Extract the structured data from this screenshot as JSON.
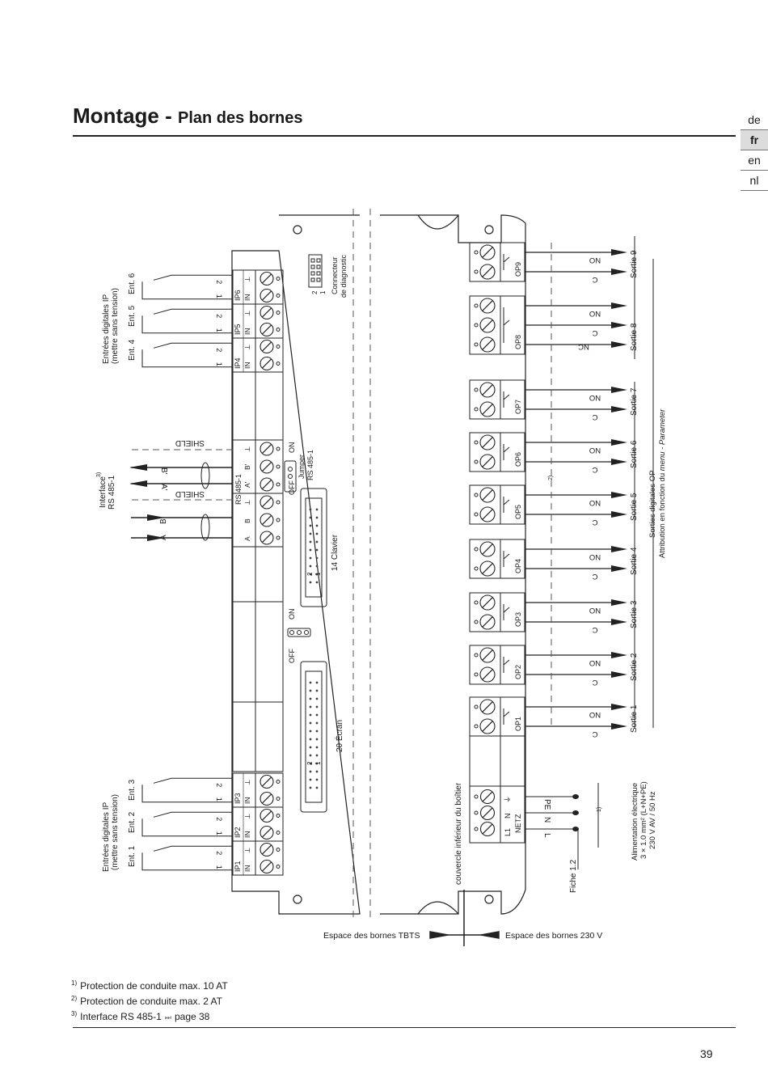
{
  "header": {
    "title": "Montage",
    "separator": " - ",
    "subtitle": "Plan des bornes"
  },
  "languages": [
    {
      "code": "de",
      "active": false
    },
    {
      "code": "fr",
      "active": true
    },
    {
      "code": "en",
      "active": false
    },
    {
      "code": "nl",
      "active": false
    }
  ],
  "diagram": {
    "inputs_top": {
      "title": "Entrées digitales IP",
      "subtitle": "(mettre sans tension)",
      "ent": [
        "Ent. 4",
        "Ent. 5",
        "Ent. 6"
      ]
    },
    "inputs_bottom": {
      "title": "Entrées digitales IP",
      "subtitle": "(mettre sans tension)",
      "ent": [
        "Ent. 1",
        "Ent. 2",
        "Ent. 3"
      ]
    },
    "input_terminals": {
      "ip": [
        "IP1",
        "IP2",
        "IP3",
        "IP4",
        "IP5",
        "IP6"
      ],
      "pin_in": "IN",
      "pin_gnd": "⊥",
      "wire_1": "1",
      "wire_2": "2"
    },
    "rs485": {
      "interface_label": "Interface",
      "interface_ref": "3)",
      "bus": "RS 485-1",
      "block": "RS 485-1",
      "pins": [
        "A",
        "B",
        "⊥",
        "A'",
        "B'",
        "⊥"
      ],
      "shield": "SHIELD",
      "wire_a": "A",
      "wire_b": "B",
      "wire_a2": "A'",
      "wire_b2": "B'",
      "jumper_off": "OFF",
      "jumper_on": "ON",
      "jumper_label": "Jumper",
      "jumper_bus": "RS 485-1"
    },
    "keypad_label": "14 Clavier",
    "display_label": "20 Écran",
    "display_jumper_off": "OFF",
    "display_jumper_on": "ON",
    "diag_connector_1": "Connecteur",
    "diag_connector_2": "de diagnostic",
    "diag_pin_2": "2",
    "diag_pin_1": "1",
    "connector_pin_2": "2",
    "connector_pin_1": "1",
    "outputs": {
      "relays": [
        "OP1",
        "OP2",
        "OP3",
        "OP4",
        "OP5",
        "OP6",
        "OP7",
        "OP8",
        "OP9"
      ],
      "sorties": [
        "Sortie 1",
        "Sortie 2",
        "Sortie 3",
        "Sortie 4",
        "Sortie 5",
        "Sortie 6",
        "Sortie 7",
        "Sortie 8",
        "Sortie 9"
      ],
      "no": "NO",
      "nc": "NC",
      "c": "C",
      "title": "Sorties digitales OP",
      "subtitle_prefix": "Attribution en fonction du ",
      "subtitle_italic": "menu - Parameter",
      "note_2": "2)"
    },
    "power": {
      "netz": "NETZ",
      "pins": [
        "L1",
        "N",
        "⏚"
      ],
      "wires": [
        "PE",
        "N",
        "L"
      ],
      "note_1": "1)",
      "title": "Alimentation électrique",
      "line2": "3 × 1.0 mm² (L+N+PE)",
      "line3": "230 V AV / 50 Hz",
      "plug": "Fiche 1.2"
    },
    "cover": "couvercle inférieur du boîtier",
    "space_tbts": "Espace des bornes TBTS",
    "space_230": "Espace des bornes 230 V"
  },
  "footnotes": [
    {
      "num": "1)",
      "text": "Protection de conduite max. 10 AT"
    },
    {
      "num": "2)",
      "text": "Protection de conduite max. 2 AT"
    },
    {
      "num": "3)",
      "text": "Interface RS 485-1",
      "arrow": "⏭",
      "suffix": "page 38"
    }
  ],
  "page_number": "39"
}
